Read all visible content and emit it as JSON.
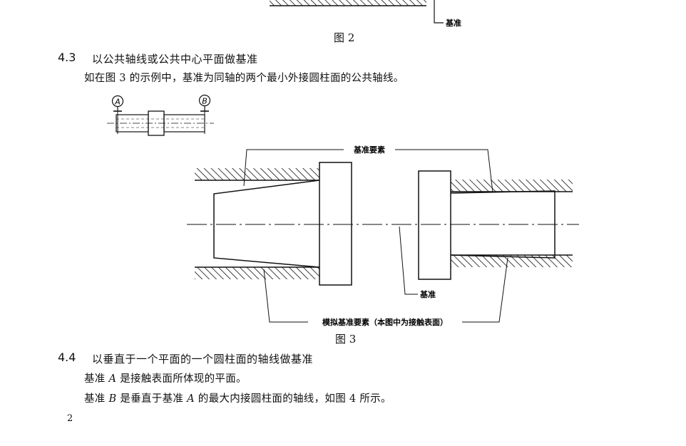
{
  "figure2": {
    "caption": "图 2",
    "datum_label": "基准"
  },
  "section43": {
    "number": "4.3",
    "title": "以公共轴线或公共中心平面做基准",
    "paragraph": "如在图 3 的示例中，基准为同轴的两个最小外接圆柱面的公共轴线。"
  },
  "figure3": {
    "caption": "图 3",
    "small_marker_a": "A",
    "small_marker_b": "B",
    "label_datum_features": "基准要素",
    "label_datum": "基准",
    "label_simulated": "模拟基准要素（本图中为接触表面）"
  },
  "section44": {
    "number": "4.4",
    "title": "以垂直于一个平面的一个圆柱面的轴线做基准",
    "line1_pre": "基准 ",
    "line1_var": "A",
    "line1_post": " 是接触表面所体现的平面。",
    "line2_a": "基准 ",
    "line2_var1": "B",
    "line2_b": " 是垂直于基准 ",
    "line2_var2": "A",
    "line2_c": " 的最大内接圆柱面的轴线，如图 4 所示。"
  },
  "page": {
    "number": "2"
  }
}
